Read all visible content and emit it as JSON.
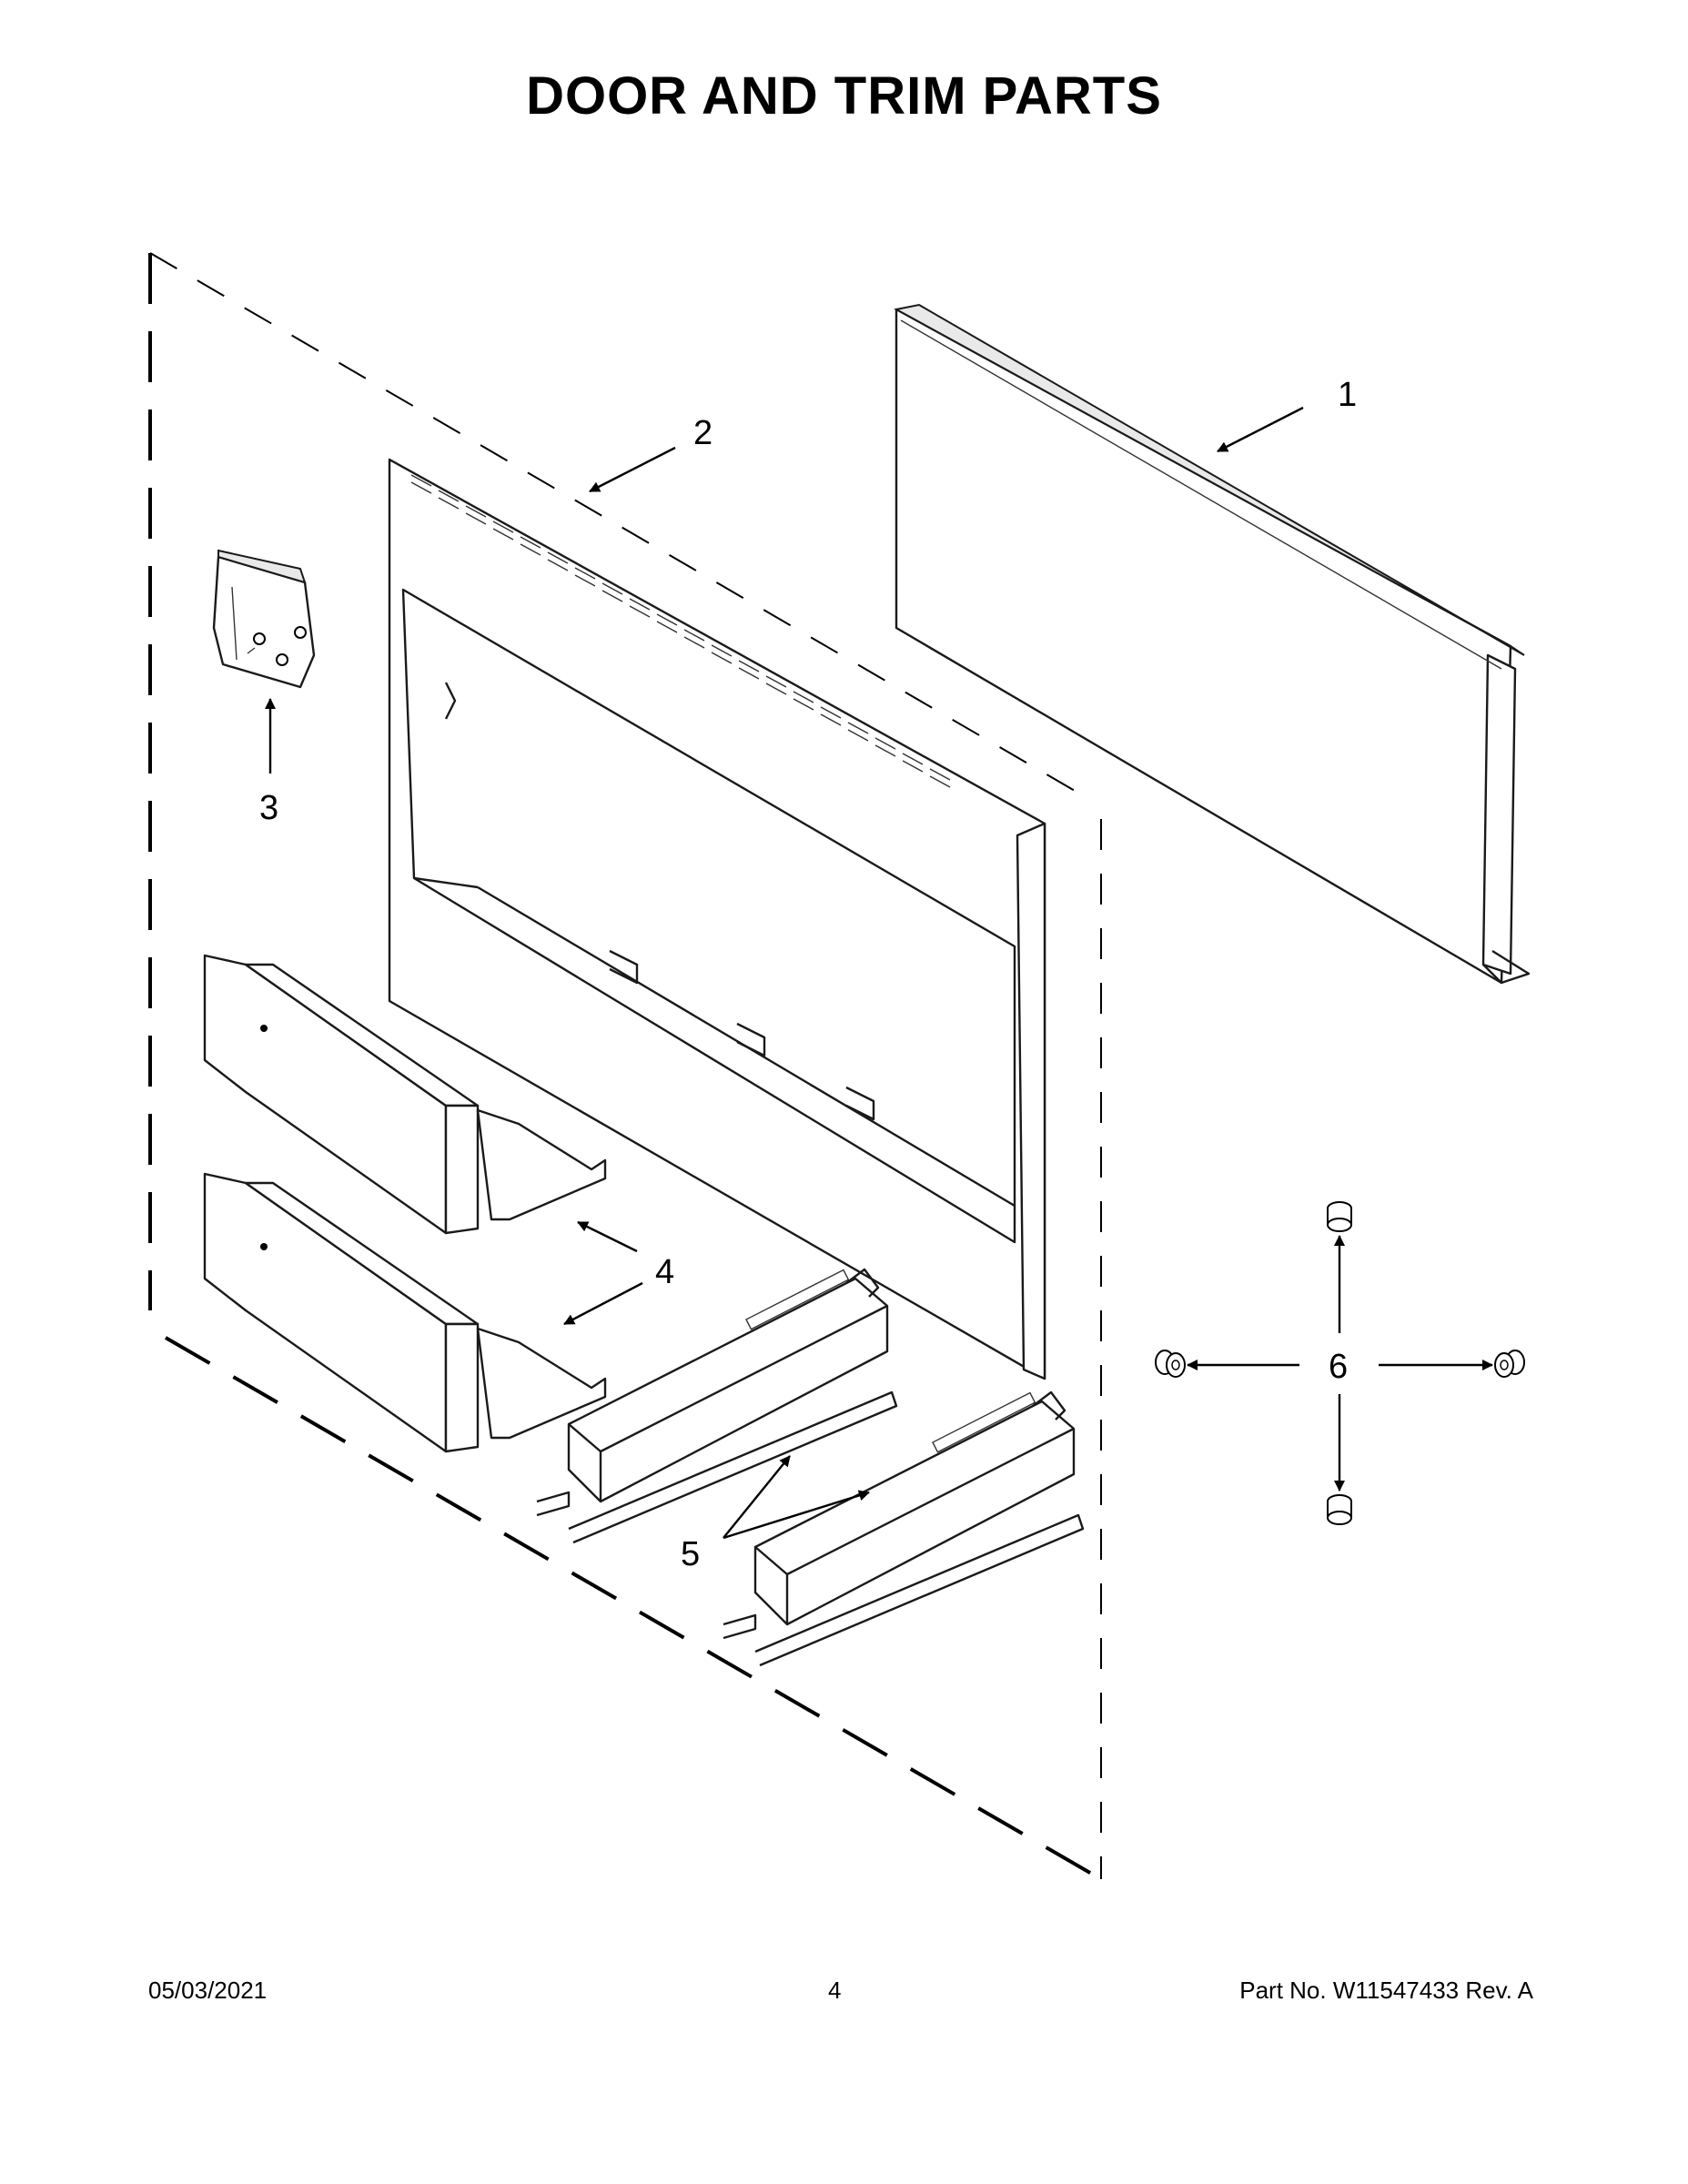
{
  "title": "DOOR AND TRIM PARTS",
  "callouts": {
    "p1": "1",
    "p2": "2",
    "p3": "3",
    "p4": "4",
    "p5": "5",
    "p6": "6"
  },
  "footer": {
    "date": "05/03/2021",
    "page": "4",
    "part_number": "Part No.  W11547433  Rev.  A"
  }
}
